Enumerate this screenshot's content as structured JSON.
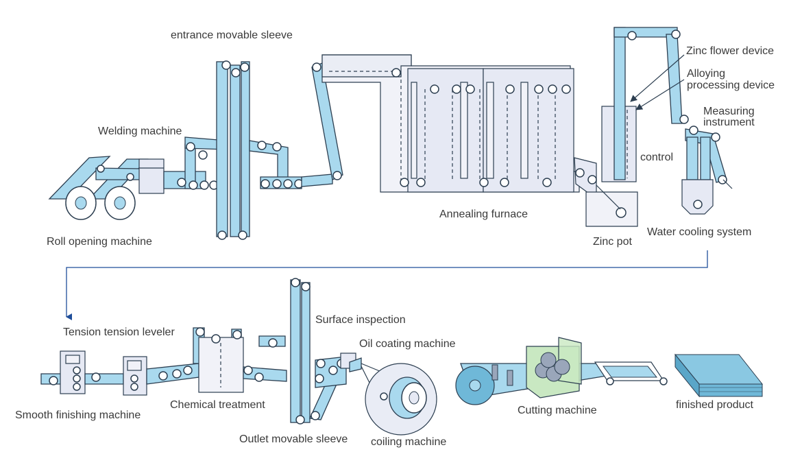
{
  "labels": {
    "entrance_sleeve": "entrance movable sleeve",
    "welding": "Welding machine",
    "roll_opening": "Roll opening machine",
    "annealing": "Annealing furnace",
    "zinc_flower": "Zinc flower device",
    "alloying": "Alloying\nprocessing device",
    "measuring": "Measuring\ninstrument",
    "control": "control",
    "zinc_pot": "Zinc pot",
    "water_cooling": "Water cooling system",
    "tension_leveler": "Tension tension leveler",
    "surface_inspection": "Surface inspection",
    "oil_coating": "Oil coating machine",
    "smooth_finishing": "Smooth finishing machine",
    "chemical_treatment": "Chemical treatment",
    "outlet_sleeve": "Outlet movable sleeve",
    "coiling": "coiling machine",
    "cutting": "Cutting machine",
    "finished": "finished product"
  },
  "colors": {
    "strip": "#a9d9ee",
    "machine": "#e6e9f4",
    "outline": "#2c3e50",
    "flow_arrow": "#1f4e9a",
    "cutter": "#c9e8c2",
    "product": "#6fb8d8",
    "text": "#3a3a3a"
  }
}
